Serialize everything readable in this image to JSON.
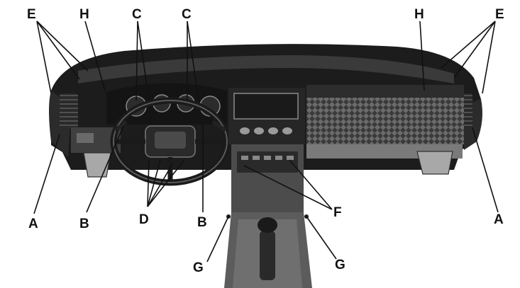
{
  "diagram": {
    "callouts": {
      "E_left": "E",
      "H_left": "H",
      "C_left": "C",
      "C_right": "C",
      "H_right": "H",
      "E_right": "E",
      "A_left": "A",
      "B_left": "B",
      "D": "D",
      "B_right": "B",
      "F": "F",
      "A_right": "A",
      "G_left": "G",
      "G_right": "G"
    },
    "colors": {
      "ink": "#111111",
      "dash_dark": "#1c1c1c",
      "dash_mid": "#2e2e2e",
      "dash_light": "#7a7a7a",
      "paper": "#ffffff"
    }
  }
}
